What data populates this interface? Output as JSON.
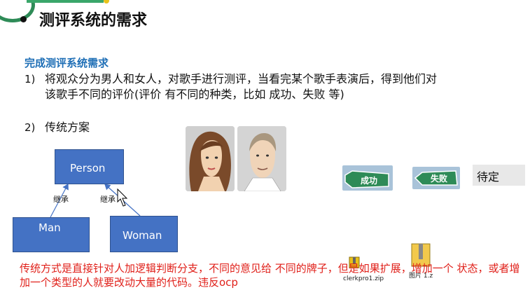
{
  "heading": "测评系统的需求",
  "subheading": "完成测评系统需求",
  "item1": {
    "num": "1)",
    "line1": "将观众分为男人和女人，对歌手进行测评，当看完某个歌手表演后，得到他们对",
    "line2": "该歌手不同的评价(评价 有不同的种类，比如 成功、失败 等)"
  },
  "item2": {
    "num": "2)",
    "text": "传统方案"
  },
  "diagram": {
    "parent": "Person",
    "left": "Man",
    "right": "Woman",
    "inherit_left": "继承",
    "inherit_right": "继承"
  },
  "signs": {
    "success": "成功",
    "fail": "失败"
  },
  "pending": "待定",
  "note": "传统方式是直接针对人加逻辑判断分支，不同的意见给 不同的牌子，但是如果扩展，增加一个 状态，或者增加一个类型的人就要改动大量的代码。违反ocp",
  "files": {
    "zip": "clerkpro1.zip",
    "image": "图片 1.z"
  },
  "colors": {
    "accent": "#1f6fb6",
    "box": "#4472c4",
    "note": "#e0201a",
    "success_sign": "#2e8b57"
  }
}
